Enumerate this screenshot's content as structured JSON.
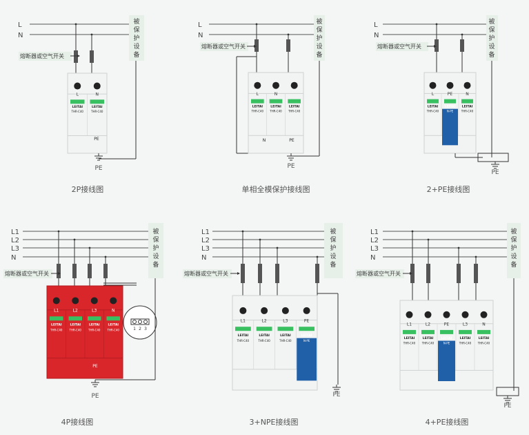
{
  "common": {
    "breaker_label": "熔断器或空气开关",
    "protected_label": "被保护设备",
    "pe_label": "PE",
    "brand": "LEITAI"
  },
  "colors": {
    "line": "#555555",
    "wire": "#333333",
    "breaker": "#555555",
    "module": "#f2f3f3",
    "red": "#d8262b",
    "blue": "#2060a8",
    "indicator": "#39c060",
    "labelbg": "#e6efe8"
  },
  "panels": [
    {
      "caption": "2P接线图",
      "lines": [
        "L",
        "N"
      ],
      "modules": [
        {
          "top": "L",
          "model": "THR-C40"
        },
        {
          "top": "N",
          "model": "THR-C40"
        }
      ],
      "bottom": [
        "PE"
      ]
    },
    {
      "caption": "单相全模保护接线图",
      "lines": [
        "L",
        "N"
      ],
      "modules": [
        {
          "top": "L",
          "model": "THR-C40"
        },
        {
          "top": "N",
          "model": "THR-C40"
        },
        {
          "top": "",
          "model": "THR-C40"
        }
      ],
      "bottom": [
        "N",
        "PE"
      ]
    },
    {
      "caption": "2+PE接线图",
      "lines": [
        "L",
        "N"
      ],
      "modules": [
        {
          "top": "L",
          "model": "THR-C40"
        },
        {
          "top": "PE",
          "model": "N-PE",
          "blue": true
        },
        {
          "top": "N",
          "model": "THR-C40"
        }
      ],
      "bottom": []
    },
    {
      "caption": "4P接线图",
      "lines": [
        "L1",
        "L2",
        "L3",
        "N"
      ],
      "modules": [
        {
          "top": "L1",
          "model": "THR-C40"
        },
        {
          "top": "L2",
          "model": "THR-C40"
        },
        {
          "top": "L3",
          "model": "THR-C40"
        },
        {
          "top": "N",
          "model": "THR-C40"
        }
      ],
      "bottom": [
        "PE"
      ],
      "remote": [
        "1",
        "2",
        "3"
      ]
    },
    {
      "caption": "3+NPE接线图",
      "lines": [
        "L1",
        "L2",
        "L3",
        "N"
      ],
      "modules": [
        {
          "top": "L1",
          "model": "THR-C40"
        },
        {
          "top": "L2",
          "model": "THR-C40"
        },
        {
          "top": "L3",
          "model": "THR-C40"
        },
        {
          "top": "PE",
          "model": "N-PE",
          "blue": true
        }
      ],
      "bottom": []
    },
    {
      "caption": "4+PE接线图",
      "lines": [
        "L1",
        "L2",
        "L3",
        "N"
      ],
      "modules": [
        {
          "top": "L1",
          "model": "THR-C40"
        },
        {
          "top": "L2",
          "model": "THR-C40"
        },
        {
          "top": "PE",
          "model": "N-PE",
          "blue": true
        },
        {
          "top": "L3",
          "model": "THR-C40"
        },
        {
          "top": "N",
          "model": "THR-C40"
        }
      ],
      "bottom": []
    }
  ]
}
